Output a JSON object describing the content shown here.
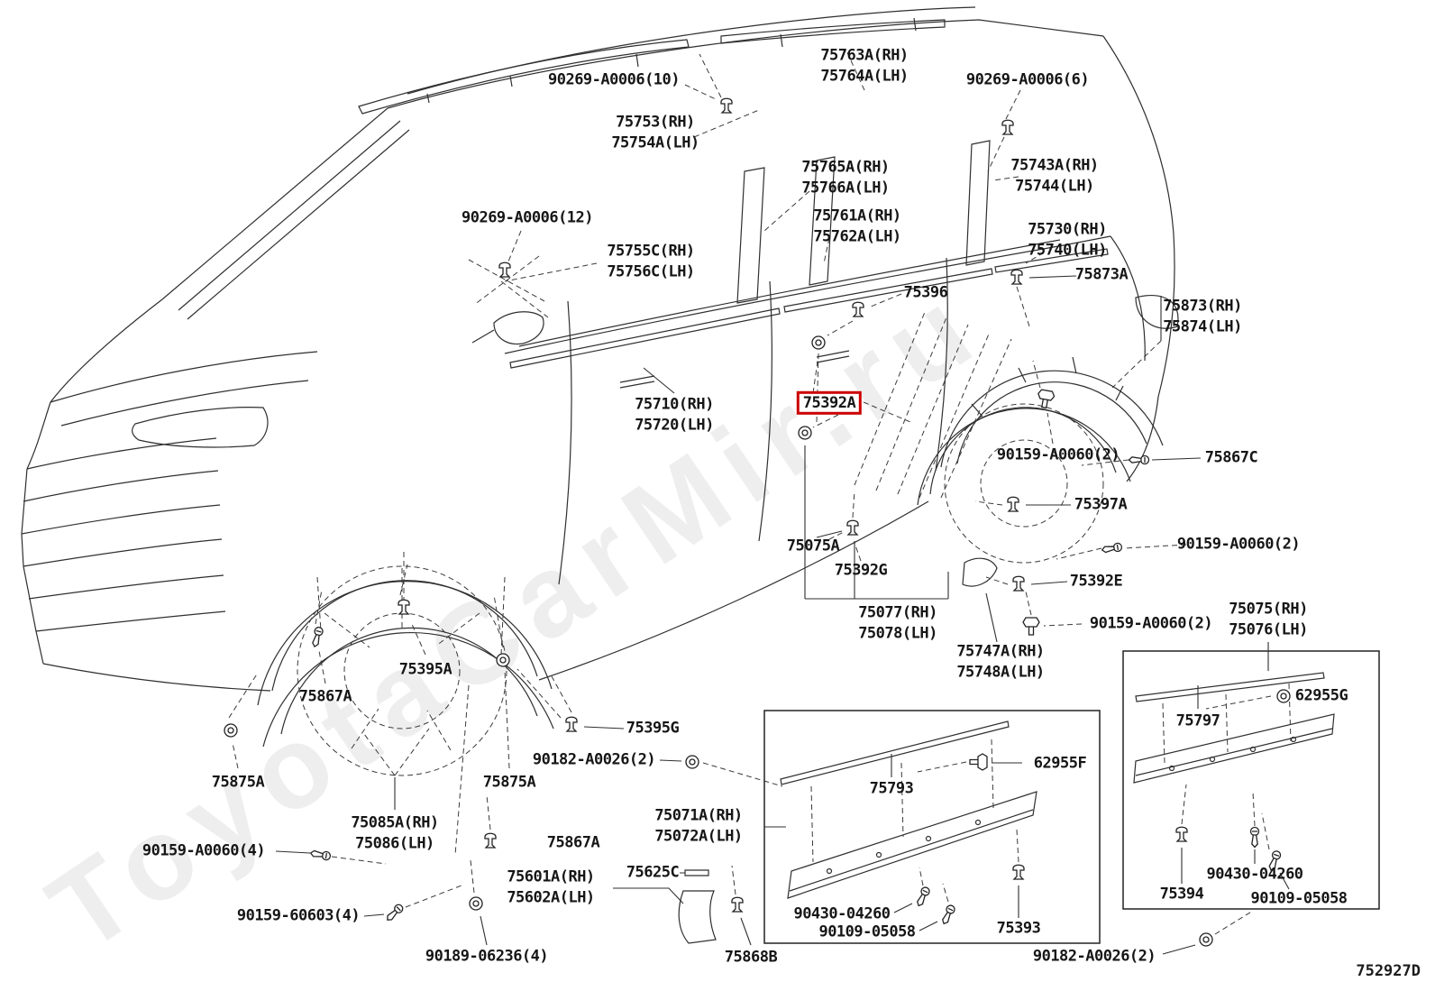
{
  "diagram": {
    "code": "752927D",
    "watermark": "ToyotaCarMir.ru",
    "highlight_part": "75392A",
    "highlight_color": "#cc0000"
  },
  "labels": [
    {
      "text": "90269-A0006(10)"
    },
    {
      "text": "75763A(RH)\n75764A(LH)"
    },
    {
      "text": "90269-A0006(6)"
    },
    {
      "text": "75753(RH)\n75754A(LH)"
    },
    {
      "text": "75765A(RH)\n75766A(LH)"
    },
    {
      "text": "75743A(RH)\n75744(LH)"
    },
    {
      "text": "90269-A0006(12)"
    },
    {
      "text": "75761A(RH)\n75762A(LH)"
    },
    {
      "text": "75730(RH)\n75740(LH)"
    },
    {
      "text": "75755C(RH)\n75756C(LH)"
    },
    {
      "text": "75873A"
    },
    {
      "text": "75396"
    },
    {
      "text": "75873(RH)\n75874(LH)"
    },
    {
      "text": "75710(RH)\n75720(LH)"
    },
    {
      "text": "75392A"
    },
    {
      "text": "90159-A0060(2)"
    },
    {
      "text": "75867C"
    },
    {
      "text": "75397A"
    },
    {
      "text": "75075A"
    },
    {
      "text": "75392G"
    },
    {
      "text": "90159-A0060(2)"
    },
    {
      "text": "75392E"
    },
    {
      "text": "75077(RH)\n75078(LH)"
    },
    {
      "text": "90159-A0060(2)"
    },
    {
      "text": "75075(RH)\n75076(LH)"
    },
    {
      "text": "75747A(RH)\n75748A(LH)"
    },
    {
      "text": "62955G"
    },
    {
      "text": "75797"
    },
    {
      "text": "75867A"
    },
    {
      "text": "75395A"
    },
    {
      "text": "75395G"
    },
    {
      "text": "90182-A0026(2)"
    },
    {
      "text": "62955F"
    },
    {
      "text": "75793"
    },
    {
      "text": "75875A"
    },
    {
      "text": "75875A"
    },
    {
      "text": "75085A(RH)\n75086(LH)"
    },
    {
      "text": "75071A(RH)\n75072A(LH)"
    },
    {
      "text": "90159-A0060(4)"
    },
    {
      "text": "75867A"
    },
    {
      "text": "75601A(RH)\n75602A(LH)"
    },
    {
      "text": "75625C"
    },
    {
      "text": "90159-60603(4)"
    },
    {
      "text": "90430-04260"
    },
    {
      "text": "90109-05058"
    },
    {
      "text": "75393"
    },
    {
      "text": "90189-06236(4)"
    },
    {
      "text": "75868B"
    },
    {
      "text": "90182-A0026(2)"
    },
    {
      "text": "90430-04260"
    },
    {
      "text": "90109-05058"
    },
    {
      "text": "75394"
    }
  ]
}
